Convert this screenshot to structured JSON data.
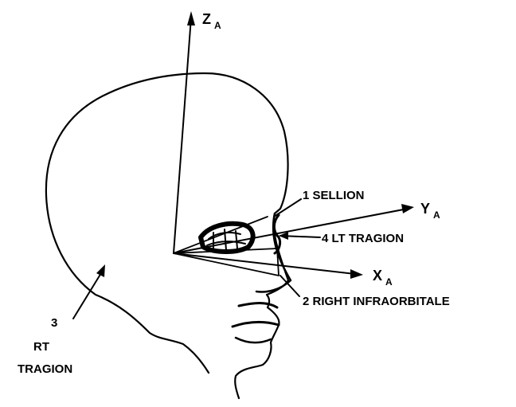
{
  "axes": {
    "z": {
      "letter": "Z",
      "sub": "A"
    },
    "y": {
      "letter": "Y",
      "sub": "A"
    },
    "x": {
      "letter": "X",
      "sub": "A"
    }
  },
  "landmarks": {
    "sellion": "1 SELLION",
    "lt_tragion": "4 LT TRAGION",
    "right_infraorbitale": "2 RIGHT INFRAORBITALE",
    "rt_tragion": {
      "number": "3",
      "line1": "RT",
      "line2": "TRAGION"
    }
  },
  "colors": {
    "ink": "#000000",
    "paper": "#ffffff"
  }
}
